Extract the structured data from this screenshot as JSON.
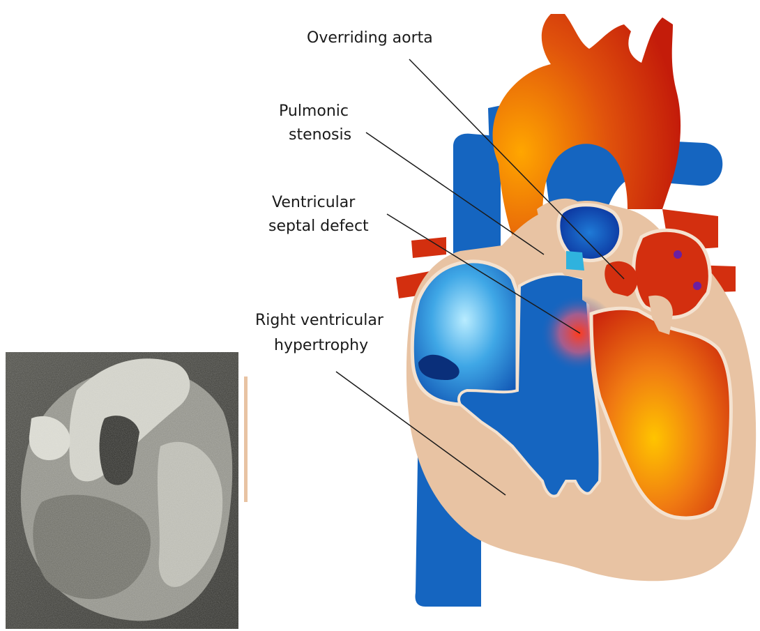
{
  "labels": {
    "overriding_aorta": "Overriding aorta",
    "pulmonic_stenosis": [
      "Pulmonic",
      "stenosis"
    ],
    "vsd": [
      "Ventricular",
      "septal defect"
    ],
    "rvh": [
      "Right ventricular",
      "hypertrophy"
    ]
  },
  "colors": {
    "oxygen_poor": "#1565c0",
    "oxygen_rich": "#d32f0f",
    "myocardium": "#e8c3a3",
    "photo_bg": "#3a3a36"
  }
}
